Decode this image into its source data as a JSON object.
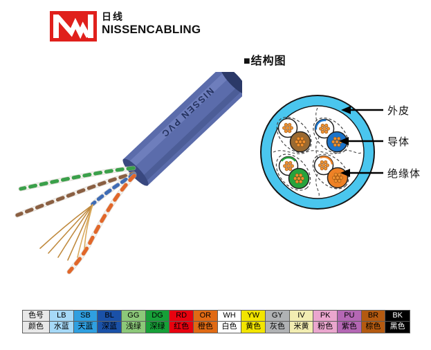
{
  "header": {
    "brand_cn": "日线",
    "brand_en": "NISSENCABLING",
    "logo_color": "#e0201c",
    "logo_mark": "nw-zigzag-icon"
  },
  "section": {
    "title": "■结构图"
  },
  "photo": {
    "jacket_print_text": "NISSEN PVC",
    "jacket_color": "#5b6cab",
    "jacket_highlight": "#7585c2",
    "jacket_shadow": "#47588f",
    "jacket_end_color": "#2b3968",
    "pair_white": "#f6f3ee",
    "pair_green": "#3aa04a",
    "pair_brown": "#8a5f42",
    "pair_blue": "#3f6cb5",
    "pair_orange": "#e1672a",
    "copper_color": "#c08a3e"
  },
  "diagram": {
    "sheath_color": "#4ac6ee",
    "outline_color": "#151515",
    "dot_color": "#f0912f",
    "pair_solid_brown": "#9a6a32",
    "pair_solid_blue": "#1b74ca",
    "pair_solid_green": "#27a33c",
    "pair_solid_orange": "#ee8125",
    "labels": {
      "sheath": "外皮",
      "conductor": "导体",
      "insulation": "绝缘体"
    }
  },
  "color_table": {
    "columns": [
      {
        "code": "色号",
        "name": "颜色",
        "bg": "#e8e8e8",
        "fg": "#000000"
      },
      {
        "code": "LB",
        "name": "水蓝",
        "bg": "#a6d9f7",
        "fg": "#000000"
      },
      {
        "code": "SB",
        "name": "天蓝",
        "bg": "#2f9fe0",
        "fg": "#000000"
      },
      {
        "code": "BL",
        "name": "深蓝",
        "bg": "#1a51a8",
        "fg": "#000000"
      },
      {
        "code": "GG",
        "name": "浅绿",
        "bg": "#8cc879",
        "fg": "#000000"
      },
      {
        "code": "DG",
        "name": "深绿",
        "bg": "#17a038",
        "fg": "#000000"
      },
      {
        "code": "RD",
        "name": "红色",
        "bg": "#e8020f",
        "fg": "#000000"
      },
      {
        "code": "OR",
        "name": "橙色",
        "bg": "#e06a14",
        "fg": "#000000"
      },
      {
        "code": "WH",
        "name": "白色",
        "bg": "#ffffff",
        "fg": "#000000"
      },
      {
        "code": "YW",
        "name": "黄色",
        "bg": "#f2e500",
        "fg": "#000000"
      },
      {
        "code": "GY",
        "name": "灰色",
        "bg": "#b0b2b4",
        "fg": "#000000"
      },
      {
        "code": "IV",
        "name": "米黄",
        "bg": "#f2edb2",
        "fg": "#000000"
      },
      {
        "code": "PK",
        "name": "粉色",
        "bg": "#eaa6ce",
        "fg": "#000000"
      },
      {
        "code": "PU",
        "name": "紫色",
        "bg": "#b467b4",
        "fg": "#000000"
      },
      {
        "code": "BR",
        "name": "棕色",
        "bg": "#b45a10",
        "fg": "#000000"
      },
      {
        "code": "BK",
        "name": "黑色",
        "bg": "#000000",
        "fg": "#ffffff"
      }
    ]
  }
}
